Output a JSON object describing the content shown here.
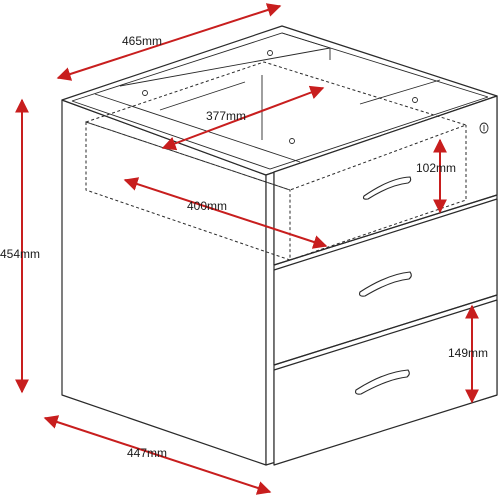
{
  "dimensions": {
    "top_depth": "465mm",
    "inner_width": "377mm",
    "drawer_depth": "400mm",
    "top_drawer_height": "102mm",
    "total_height": "454mm",
    "bottom_drawer_height": "149mm",
    "front_width": "447mm"
  },
  "colors": {
    "dimension_arrow": "#c81e1e",
    "outline": "#2a2a2a"
  }
}
